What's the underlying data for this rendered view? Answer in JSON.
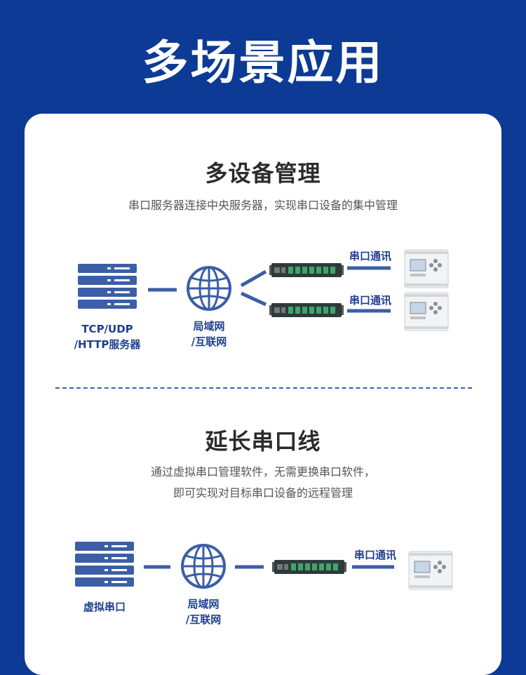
{
  "header": {
    "title": "多场景应用"
  },
  "section1": {
    "title": "多设备管理",
    "description": "串口服务器连接中央服务器，实现串口设备的集中管理",
    "server_label_line1": "TCP/UDP",
    "server_label_line2": "/HTTP服务器",
    "network_label_line1": "局域网",
    "network_label_line2": "/互联网",
    "link_labels": [
      "串口通讯",
      "串口通讯"
    ]
  },
  "section2": {
    "title": "延长串口线",
    "description_line1": "通过虚拟串口管理软件，无需更换串口软件，",
    "description_line2": "即可实现对目标串口设备的远程管理",
    "server_label": "虚拟串口",
    "network_label_line1": "局域网",
    "network_label_line2": "/互联网",
    "link_label": "串口通讯"
  },
  "colors": {
    "background": "#0d3a94",
    "accent": "#3b5ea6",
    "text_dark": "#2b2b2b",
    "label_blue": "#1f3f8f"
  },
  "icons": [
    "server-icon",
    "globe-icon",
    "serial-server-device",
    "plc-device"
  ]
}
